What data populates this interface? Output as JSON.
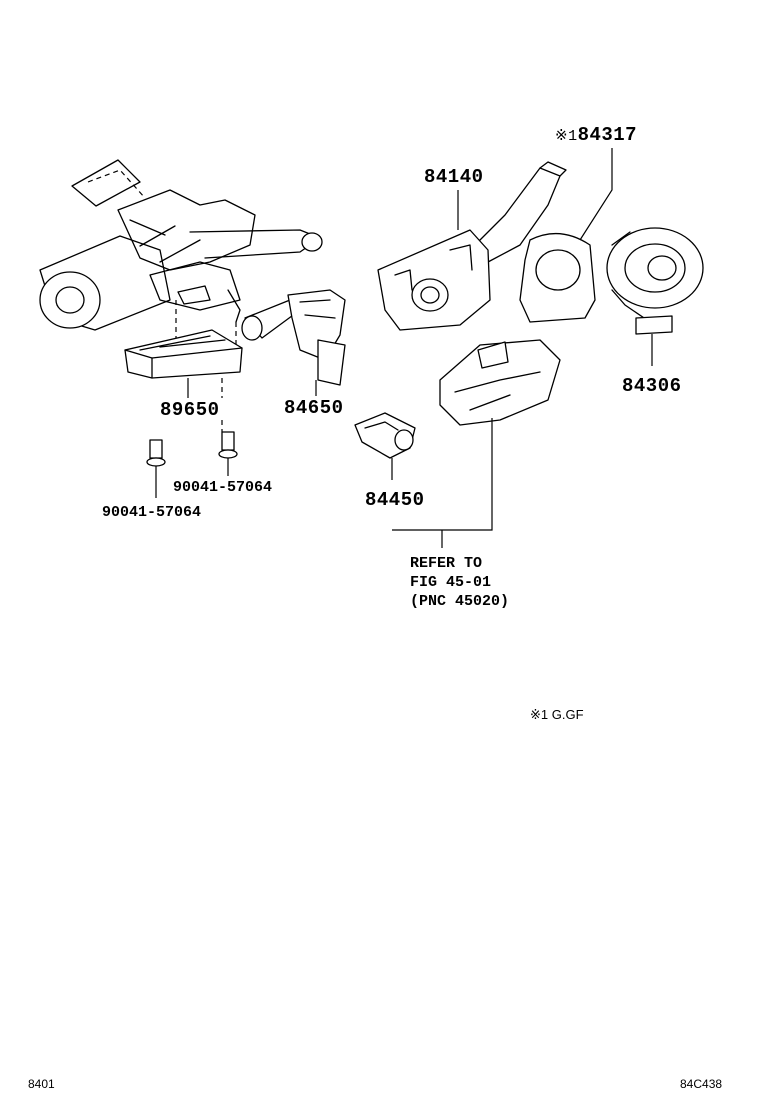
{
  "parts": {
    "p84317": {
      "prefix": "※1",
      "number": "84317"
    },
    "p84140": "84140",
    "p84306": "84306",
    "p89650": "89650",
    "p84650": "84650",
    "p84450": "84450",
    "bolt_right": "90041-57064",
    "bolt_left": "90041-57064"
  },
  "reference": {
    "line1": "REFER TO",
    "line2": "FIG 45-01",
    "line3": "(PNC 45020)"
  },
  "footnote": "※1 G.GF",
  "footer": {
    "left_code": "8401",
    "right_code": "84C438"
  }
}
